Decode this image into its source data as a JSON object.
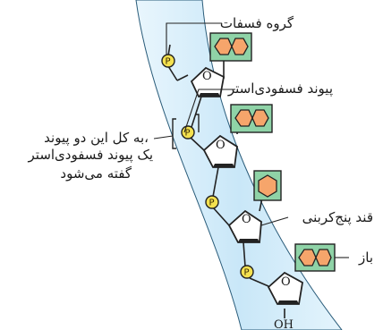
{
  "labels": {
    "phosphate_group": "گروه فسفات",
    "phosphodiester_bond": "پیوند فسفودی‌استر",
    "combined_note_line1": "به کل این دو پیوند،",
    "combined_note_line2": "یک پیوند فسفودی‌استر",
    "combined_note_line3": "گفته می‌شود",
    "pentose_sugar": "قند پنج‌کربنی",
    "base": "باز"
  },
  "atoms": {
    "phosphate": "P",
    "ring_oxygen": "O",
    "terminal_hydroxyl": "OH"
  },
  "colors": {
    "strand_band": "#d7eefb",
    "phosphate_fill": "#f4e14f",
    "base_box": "#8fd3a7",
    "base_ring": "#f6a56b",
    "sugar_fill": "#ffffff",
    "line": "#222222"
  }
}
